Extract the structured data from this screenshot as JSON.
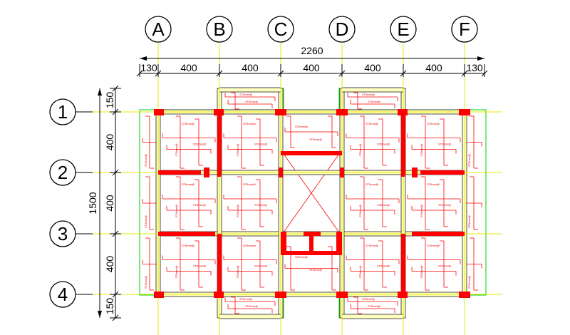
{
  "colors": {
    "gridline": "#e8e800",
    "wall": "#ff0000",
    "beam": "#ff0000",
    "slab_outline": "#00cc00",
    "beam_fill": "#ffffc0",
    "dimension": "#000000",
    "rebar": "#ff0000"
  },
  "axes": {
    "columns": [
      "A",
      "B",
      "C",
      "D",
      "E",
      "F"
    ],
    "rows": [
      "1",
      "2",
      "3",
      "4"
    ]
  },
  "dimensions": {
    "total_width": "2260",
    "bays_x": [
      "130",
      "400",
      "400",
      "400",
      "400",
      "400",
      "130"
    ],
    "total_height": "1500",
    "bays_y": [
      "150",
      "400",
      "400",
      "400",
      "150"
    ]
  },
  "rebar_label": "ST8mm@",
  "rebar_label_short": "ST8mm"
}
